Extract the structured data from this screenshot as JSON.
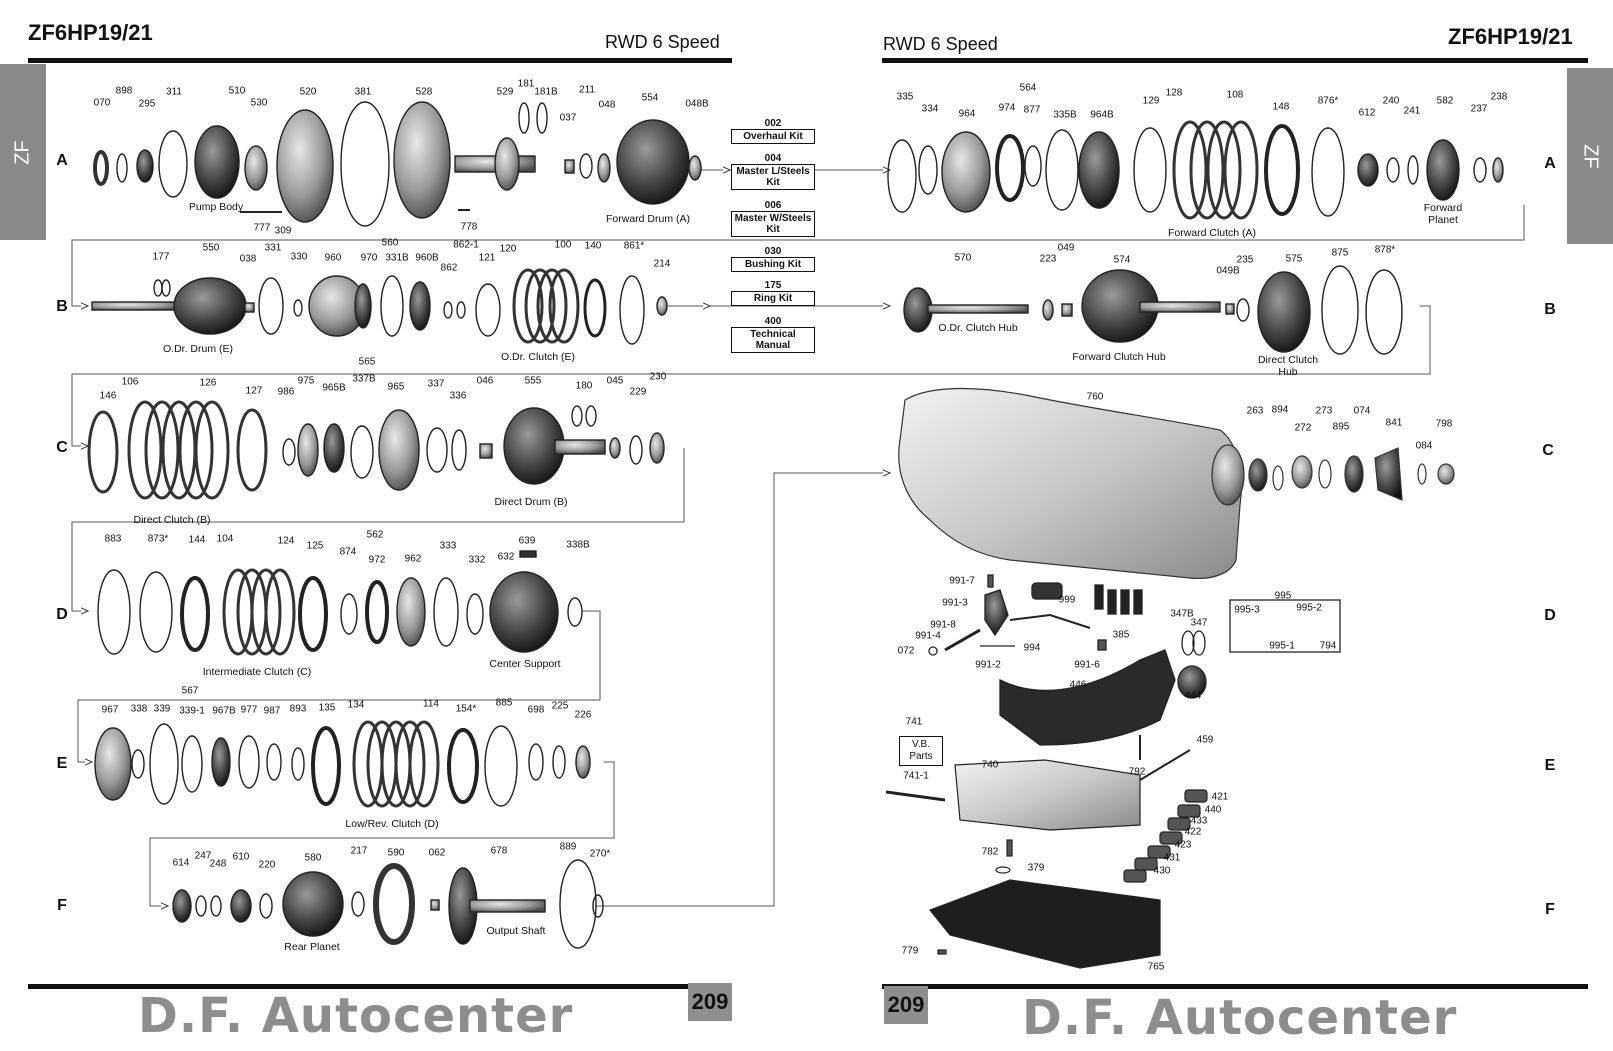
{
  "left_page": {
    "model": "ZF6HP19/21",
    "subtitle": "RWD 6 Speed",
    "tab": "ZF",
    "page_number": "209",
    "brand": "D.F. Autocenter"
  },
  "right_page": {
    "model": "ZF6HP19/21",
    "subtitle": "RWD 6 Speed",
    "tab": "ZF",
    "page_number": "209",
    "brand": "D.F. Autocenter"
  },
  "rows": [
    "A",
    "B",
    "C",
    "D",
    "E",
    "F"
  ],
  "kits": [
    {
      "code": "002",
      "name": "Overhaul Kit"
    },
    {
      "code": "004",
      "name": "Master L/Steels Kit"
    },
    {
      "code": "006",
      "name": "Master W/Steels Kit"
    },
    {
      "code": "030",
      "name": "Bushing Kit"
    },
    {
      "code": "175",
      "name": "Ring Kit"
    },
    {
      "code": "400",
      "name": "Technical Manual"
    }
  ],
  "captions": [
    "Pump Body",
    "Forward Drum (A)",
    "O.Dr. Drum (E)",
    "O.Dr. Clutch (E)",
    "Direct Clutch (B)",
    "Direct Drum (B)",
    "Intermediate Clutch (C)",
    "Center Support",
    "Low/Rev. Clutch (D)",
    "Rear Planet",
    "Output Shaft",
    "Forward Clutch (A)",
    "Forward Planet",
    "O.Dr. Clutch Hub",
    "Forward Clutch Hub",
    "Direct Clutch Hub"
  ],
  "boxes": {
    "vb_parts": "V.B. Parts",
    "group_995": "995"
  },
  "part_numbers": {
    "left_a": [
      "070",
      "898",
      "295",
      "311",
      "510",
      "530",
      "520",
      "381",
      "528",
      "529",
      "181",
      "181B",
      "037",
      "211",
      "048",
      "554",
      "048B",
      "777",
      "309",
      "778"
    ],
    "left_b": [
      "177",
      "550",
      "038",
      "331",
      "330",
      "560",
      "960",
      "970",
      "331B",
      "960B",
      "862",
      "862-1",
      "121",
      "120",
      "100",
      "140",
      "861*",
      "214"
    ],
    "left_c": [
      "565",
      "146",
      "106",
      "126",
      "127",
      "986",
      "975",
      "965B",
      "337B",
      "965",
      "337",
      "336",
      "046",
      "555",
      "180",
      "045",
      "229",
      "230"
    ],
    "left_d": [
      "883",
      "873*",
      "144",
      "104",
      "124",
      "125",
      "562",
      "874",
      "972",
      "962",
      "333",
      "332",
      "639",
      "632",
      "338B"
    ],
    "left_e": [
      "567",
      "967",
      "338",
      "339",
      "339-1",
      "967B",
      "977",
      "987",
      "893",
      "135",
      "134",
      "114",
      "154*",
      "885",
      "698",
      "225",
      "226"
    ],
    "left_f": [
      "614",
      "247",
      "248",
      "610",
      "220",
      "580",
      "217",
      "590",
      "062",
      "678",
      "889",
      "270*"
    ],
    "right_a": [
      "335",
      "334",
      "564",
      "964",
      "974",
      "877",
      "335B",
      "964B",
      "129",
      "128",
      "108",
      "148",
      "876*",
      "612",
      "240",
      "241",
      "582",
      "237",
      "238"
    ],
    "right_b": [
      "570",
      "223",
      "049",
      "574",
      "049B",
      "235",
      "575",
      "875",
      "878*"
    ],
    "right_c": [
      "760",
      "263",
      "894",
      "272",
      "273",
      "895",
      "074",
      "841",
      "084",
      "798"
    ],
    "right_d": [
      "991-7",
      "991-3",
      "999",
      "991-8",
      "991-4",
      "072",
      "991-2",
      "994",
      "385",
      "991-6",
      "347B",
      "347",
      "995-3",
      "995-2",
      "995-1",
      "794",
      "446",
      "444"
    ],
    "right_e": [
      "741",
      "741-1",
      "740",
      "792",
      "459",
      "421",
      "440",
      "433",
      "422",
      "423",
      "431",
      "430",
      "782"
    ],
    "right_f": [
      "379",
      "779",
      "765"
    ]
  }
}
